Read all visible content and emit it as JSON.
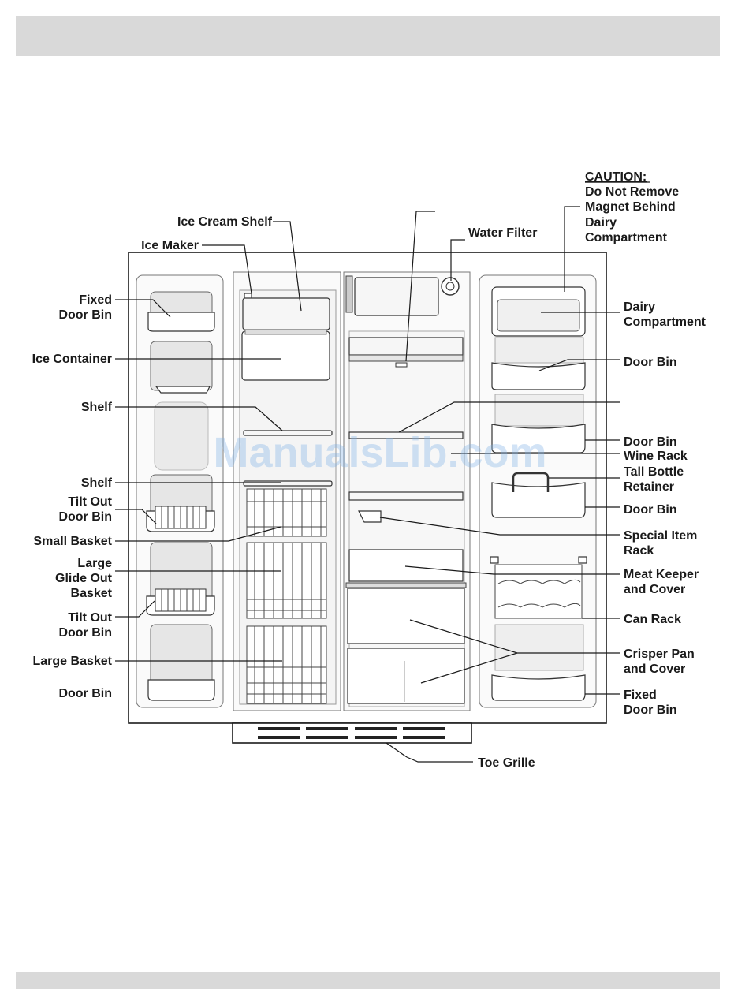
{
  "labels_left": {
    "ice_cream_shelf": "Ice Cream Shelf",
    "ice_maker": "Ice Maker",
    "fixed_door_bin_1": "Fixed",
    "fixed_door_bin_2": "Door Bin",
    "ice_container": "Ice Container",
    "shelf_1": "Shelf",
    "shelf_2": "Shelf",
    "tilt_out_1a": "Tilt Out",
    "tilt_out_1b": "Door Bin",
    "small_basket": "Small Basket",
    "large_glide_1": "Large",
    "large_glide_2": "Glide Out",
    "large_glide_3": "Basket",
    "tilt_out_2a": "Tilt Out",
    "tilt_out_2b": "Door Bin",
    "large_basket": "Large Basket",
    "door_bin": "Door Bin"
  },
  "labels_right": {
    "water_filter": "Water Filter",
    "caution_title": "CAUTION:",
    "caution_line1": "Do Not Remove",
    "caution_line2": "Magnet Behind",
    "caution_line3": "Dairy",
    "caution_line4": "Compartment",
    "dairy_1": "Dairy",
    "dairy_2": "Compartment",
    "door_bin_1": "Door Bin",
    "door_bin_2": "Door Bin",
    "wine_rack": "Wine Rack",
    "tall_bottle_1": "Tall Bottle",
    "tall_bottle_2": "Retainer",
    "door_bin_3": "Door Bin",
    "special_item_1": "Special Item",
    "special_item_2": "Rack",
    "meat_keeper_1": "Meat Keeper",
    "meat_keeper_2": "and Cover",
    "can_rack": "Can Rack",
    "crisper_1": "Crisper Pan",
    "crisper_2": "and Cover",
    "fixed_door_bin_1": "Fixed",
    "fixed_door_bin_2": "Door Bin"
  },
  "labels_bottom": {
    "toe_grille": "Toe Grille"
  },
  "watermark": "ManualsLib.com"
}
